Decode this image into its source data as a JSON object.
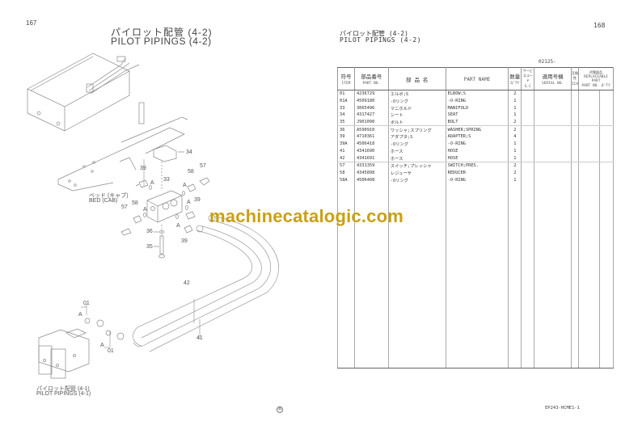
{
  "left_page": {
    "page_number": "167",
    "title_jp": "パイロット配管 (4-2)",
    "title_en": "PILOT PIPINGS (4-2)",
    "callouts": {
      "c34": "34",
      "c39a": "39",
      "c33": "33",
      "c58a": "58",
      "c57a": "57",
      "c58b": "58",
      "c57b": "57",
      "c39b": "39",
      "c39c": "39",
      "c36": "36",
      "c35": "35",
      "c42": "42",
      "c41": "41",
      "c01a": "01",
      "c01b": "01",
      "a1": "A",
      "a2": "A",
      "a3": "A",
      "a4": "A",
      "a5": "A",
      "a6": "A",
      "a7": "A"
    },
    "bed_label_jp": "ベッド (キャブ)",
    "bed_label_en": "BED (CAB)",
    "ref_label_jp": "パイロット配管 (4-1)",
    "ref_label_en": "PILOT PIPINGS (4-1)",
    "registered_mark": "®"
  },
  "right_page": {
    "page_number": "168",
    "title_jp": "パイロット配管 (4-2)",
    "title_en": "PILOT PIPINGS (4-2)",
    "serial_range": "02125-",
    "headers": {
      "item_jp": "符号",
      "item_en": "ITEM",
      "partno_jp": "部品番号",
      "partno_en": "PART NO.",
      "name_jp": "部 品 名",
      "name_en": "PART NAME",
      "qty_jp": "数量",
      "qty_en": "Q'TY",
      "sc_jp": "サービスコード",
      "sc_en": "S.C",
      "serial_jp": "適用号機",
      "serial_en": "SERIAL NO.",
      "ica_jp": "互換性",
      "ica_en": "ICA",
      "repl_jp": "代替部品",
      "repl_en": "REPLACEABLE PART",
      "repl_partno_jp": "部品番号",
      "repl_partno_en": "PART NO.",
      "repl_qty_jp": "数量",
      "repl_qty_en": "Q'TY"
    },
    "rows": [
      {
        "item": "01",
        "part_no": "4236729",
        "name_jp": "エルボ;S",
        "name_en": "ELBOW;S",
        "qty": "2"
      },
      {
        "item": "01A",
        "part_no": "4509180",
        "name_jp": "-Oリング",
        "name_en": "-O-RING",
        "qty": "1"
      },
      {
        "item": "33",
        "part_no": "3065496",
        "name_jp": "マニホルド",
        "name_en": "MANIFOLD",
        "qty": "1"
      },
      {
        "item": "34",
        "part_no": "4317427",
        "name_jp": "シート",
        "name_en": "SEAT",
        "qty": "1"
      },
      {
        "item": "35",
        "part_no": "J901090",
        "name_jp": "ボルト",
        "name_en": "BOLT",
        "qty": "2"
      },
      {
        "item": "36",
        "part_no": "A590910",
        "name_jp": "ワッシャ;スプリング",
        "name_en": "WASHER;SPRING",
        "qty": "2"
      },
      {
        "item": "39",
        "part_no": "4710361",
        "name_jp": "アダプタ;S",
        "name_en": "ADAPTER;S",
        "qty": "4"
      },
      {
        "item": "39A",
        "part_no": "4506418",
        "name_jp": "-Oリング",
        "name_en": "-O-RING",
        "qty": "1"
      },
      {
        "item": "41",
        "part_no": "4341690",
        "name_jp": "ホース",
        "name_en": "HOSE",
        "qty": "1"
      },
      {
        "item": "42",
        "part_no": "4341691",
        "name_jp": "ホース",
        "name_en": "HOSE",
        "qty": "1"
      },
      {
        "item": "57",
        "part_no": "4331359",
        "name_jp": "スイッチ;プレッシャ",
        "name_en": "SWITCH;PRES.",
        "qty": "2"
      },
      {
        "item": "58",
        "part_no": "4345898",
        "name_jp": "レジューサ",
        "name_en": "REDUCER",
        "qty": "2"
      },
      {
        "item": "58A",
        "part_no": "4506408",
        "name_jp": "-Oリング",
        "name_en": "-O-RING",
        "qty": "1"
      }
    ],
    "footer_code": "EP243-HCME1-1"
  },
  "watermark": "machinecatalogic.com"
}
